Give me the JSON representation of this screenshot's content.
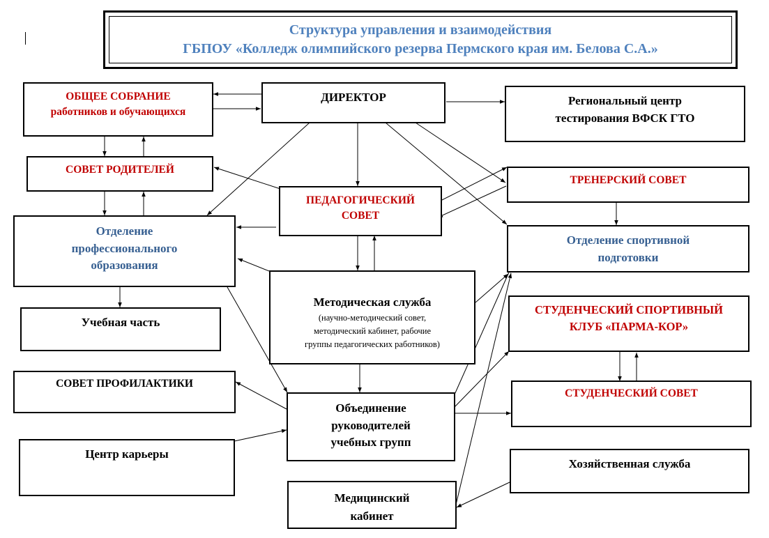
{
  "title": {
    "line1": "Структура управления и взаимодействия",
    "line2": "ГБПОУ «Колледж олимпийского резерва Пермского края им. Белова С.А.»"
  },
  "nodes": {
    "general_assembly": {
      "line1": "ОБЩЕЕ СОБРАНИЕ",
      "line2": "работников и обучающихся"
    },
    "director": "ДИРЕКТОР",
    "regional_center": {
      "line1": "Региональный центр",
      "line2": "тестирования ВФСК ГТО"
    },
    "parents_council": "СОВЕТ РОДИТЕЛЕЙ",
    "pedagogical_council": {
      "line1": "ПЕДАГОГИЧЕСКИЙ",
      "line2": "СОВЕТ"
    },
    "coaches_council": "ТРЕНЕРСКИЙ СОВЕТ",
    "prof_education_dept": {
      "line1": "Отделение",
      "line2": "профессионального",
      "line3": "образования"
    },
    "sports_training_dept": {
      "line1": "Отделение спортивной",
      "line2": "подготовки"
    },
    "academic_part": "Учебная часть",
    "methodical_service": {
      "title": "Методическая служба",
      "line1": "(научно-методический совет,",
      "line2": "методический кабинет, рабочие",
      "line3": "группы педагогических работников)"
    },
    "student_sports_club": {
      "line1": "СТУДЕНЧЕСКИЙ СПОРТИВНЫЙ",
      "line2": "КЛУБ «ПАРМА-КОР»"
    },
    "prevention_council": "СОВЕТ ПРОФИЛАКТИКИ",
    "group_leaders_association": {
      "line1": "Объединение",
      "line2": "руководителей",
      "line3": "учебных групп"
    },
    "student_council": "СТУДЕНЧЕСКИЙ СОВЕТ",
    "career_center": "Центр карьеры",
    "maintenance_service": "Хозяйственная служба",
    "medical_office": {
      "line1": "Медицинский",
      "line2": "кабинет"
    }
  },
  "colors": {
    "title": "#4f81bd",
    "red_label": "#c00000",
    "blue_label": "#365f91",
    "line": "#000000"
  }
}
